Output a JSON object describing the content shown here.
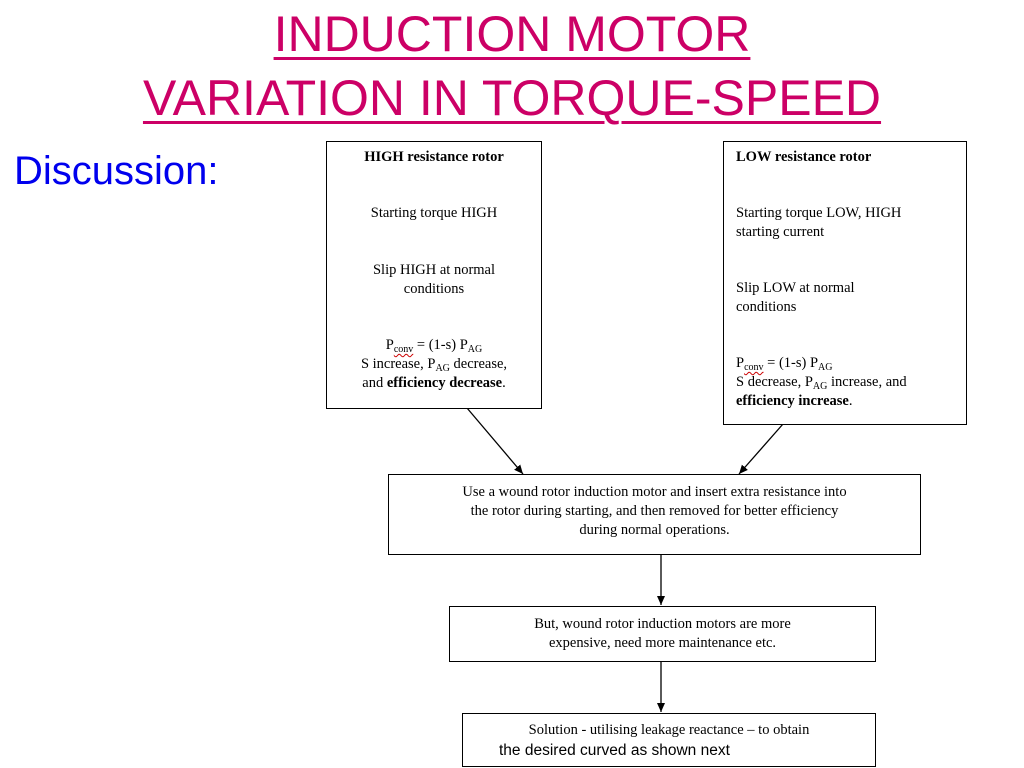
{
  "title": {
    "line1": "INDUCTION MOTOR",
    "line2": "VARIATION IN TORQUE-SPEED"
  },
  "discussion_label": "Discussion:",
  "high_box": {
    "heading": "HIGH resistance rotor",
    "step1": "Starting torque HIGH",
    "step2_line1": "Slip HIGH at normal",
    "step2_line2": "conditions",
    "p_label": "P",
    "p_sub": "conv",
    "eq_mid": " = (1-s) P",
    "ag_sub": "AG",
    "s_line_a": "S increase, P",
    "s_line_b": " decrease,",
    "and_text": "and ",
    "eff_text": "efficiency decrease",
    "period": "."
  },
  "low_box": {
    "heading": "LOW resistance rotor",
    "step1_line1": "Starting torque LOW, HIGH",
    "step1_line2": "starting current",
    "step2_line1": "Slip LOW at normal",
    "step2_line2": "conditions",
    "p_label": "P",
    "p_sub": "conv",
    "eq_mid": " = (1-s) P",
    "ag_sub": "AG",
    "s_line_a": "S decrease, P",
    "s_line_b": " increase, and",
    "eff_text": "efficiency increase",
    "period": "."
  },
  "wound_box": {
    "line1": "Use a wound rotor induction motor and insert extra resistance into",
    "line2": "the rotor during starting, and then removed for better efficiency",
    "line3": "during normal operations."
  },
  "cost_box": {
    "line1": "But, wound rotor induction motors are more",
    "line2": "expensive, need more maintenance etc."
  },
  "solution_box": {
    "line1": "Solution - utilising leakage reactance – to obtain",
    "line2": "the desired curved as shown next"
  }
}
